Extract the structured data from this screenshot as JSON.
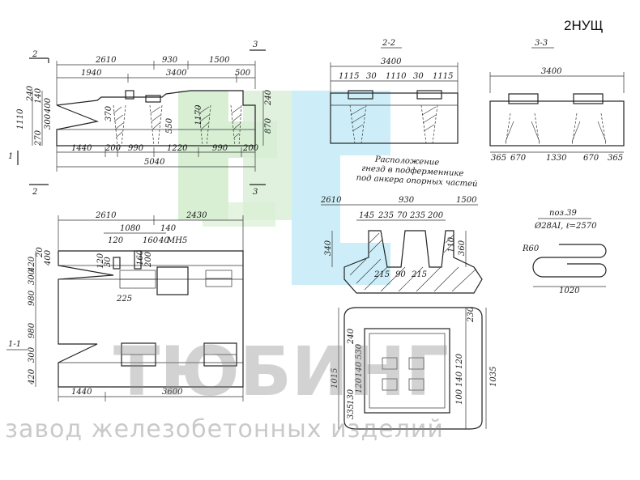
{
  "sheet": {
    "code": "2НУЩ",
    "watermark_name": "ТЮБИНГ",
    "watermark_sub": "завод железобетонных изделий",
    "colors": {
      "wm_green": "#d8efd4",
      "wm_blue": "#cdeef8",
      "ink": "#1a1a1a"
    }
  },
  "elevation": {
    "section_mark_left": "2",
    "section_mark_right": "3",
    "section_mark_side": "1",
    "top_dims": [
      "2610",
      "930",
      "1500"
    ],
    "second_dims": [
      "1940",
      "3400",
      "500"
    ],
    "vertical_dims": [
      "1110",
      "240",
      "270",
      "140",
      "300",
      "400",
      "870",
      "240"
    ],
    "inner_dims": [
      "370",
      "550",
      "1170"
    ],
    "bottom_dims": [
      "1440",
      "200",
      "990",
      "1220",
      "990",
      "200"
    ],
    "total": "5040"
  },
  "section22": {
    "label": "2-2",
    "total": "3400",
    "dims": [
      "1115",
      "30",
      "1110",
      "30",
      "1115"
    ]
  },
  "section33": {
    "label": "3-3",
    "total": "3400",
    "dims": [
      "365",
      "670",
      "1330",
      "670",
      "365"
    ]
  },
  "note": {
    "line1": "Расположение",
    "line2": "гнезд в подферменнике",
    "line3": "под анкера опорных частей"
  },
  "anchor_detail": {
    "top_dims": [
      "2610",
      "930",
      "1500"
    ],
    "sub_dims": [
      "145",
      "235",
      "70",
      "235",
      "200"
    ],
    "side_dims": [
      "340",
      "360",
      "110"
    ],
    "bottom_dims": [
      "215",
      "90",
      "215"
    ]
  },
  "bar": {
    "pos": "поз.39",
    "spec": "Ø28AI, ℓ=2570",
    "radius": "R60",
    "length": "1020"
  },
  "section11": {
    "label": "1-1",
    "top_dims": [
      "2610",
      "2430"
    ],
    "sub_dims": [
      "1080",
      "140",
      "120",
      "160",
      "40"
    ],
    "tag": "МН5",
    "left_dims": [
      "420",
      "20",
      "400",
      "300",
      "980",
      "980",
      "300",
      "420"
    ],
    "small_dims": [
      "120",
      "30",
      "160",
      "200",
      "225"
    ],
    "bottom_dims": [
      "1440",
      "3600"
    ]
  },
  "plan": {
    "right_dims": [
      "230",
      "1035",
      "100",
      "140",
      "120"
    ],
    "left_dims": [
      "1015",
      "240",
      "530",
      "140",
      "120",
      "130",
      "335"
    ]
  }
}
